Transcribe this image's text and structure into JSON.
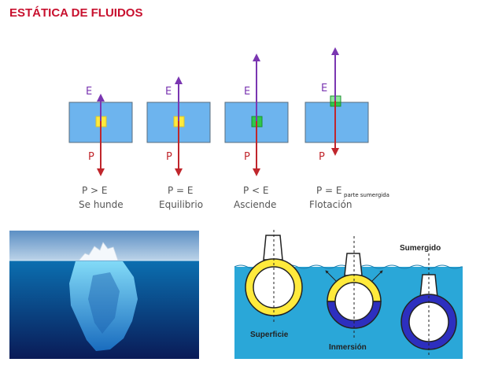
{
  "page": {
    "title": "ESTÁTICA DE FLUIDOS"
  },
  "colors": {
    "title": "#c8102e",
    "buoyancy_arrow": "#7a36b1",
    "weight_arrow": "#c0262c",
    "water_box": "#6db4ee",
    "yellow_body": "#ffea3c",
    "green_body": "#2fc94a",
    "ocean": "#2aa7d8",
    "submarine_ballast": "#2d2fbf"
  },
  "cases": [
    {
      "e_label": "E",
      "p_label": "P",
      "condition": "P > E",
      "condition_sub": "",
      "result": "Se hunde"
    },
    {
      "e_label": "E",
      "p_label": "P",
      "condition": "P = E",
      "condition_sub": "",
      "result": "Equilibrio"
    },
    {
      "e_label": "E",
      "p_label": "P",
      "condition": "P < E",
      "condition_sub": "",
      "result": "Asciende"
    },
    {
      "e_label": "E",
      "p_label": "P",
      "condition": "P = E",
      "condition_sub": "parte sumergida",
      "result": "Flotación"
    }
  ],
  "submarine": {
    "stage_1": "Superficie",
    "stage_2": "Inmersión",
    "stage_3": "Sumergido"
  }
}
